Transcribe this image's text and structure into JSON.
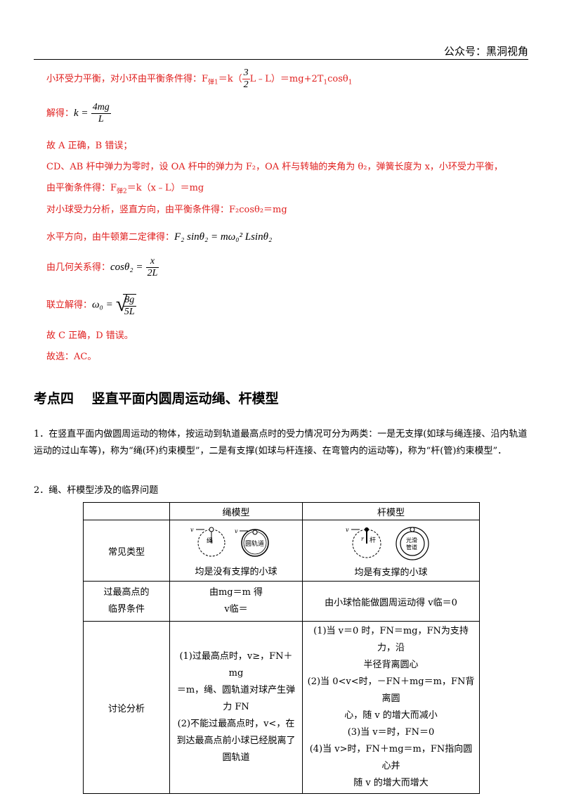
{
  "header": {
    "brand": "公众号：黑洞视角"
  },
  "solution": {
    "line1_prefix": "小环受力平衡，对小环由平衡条件得：F",
    "line1_sub": "弹1",
    "line1_mid": "＝k（",
    "line1_frac_num": "3",
    "line1_frac_den": "2",
    "line1_after": "L﹣L）＝mg+2T",
    "line1_t_sub": "1",
    "line1_cos": "cosθ",
    "line1_theta_sub": "1",
    "line2_label": "解得：",
    "line2_lhs": "k =",
    "line2_num": "4mg",
    "line2_den": "L",
    "line3": "故 A 正确，B 错误；",
    "line4": "CD、AB 杆中弹力为零时，设 OA 杆中的弹力为 F₂，OA 杆与转轴的夹角为 θ₂，弹簧长度为 x，小环受力平衡，",
    "line5_prefix": "由平衡条件得：F",
    "line5_sub": "弹2",
    "line5_after": "＝k（x﹣L）＝mg",
    "line6": "对小球受力分析，竖直方向，由平衡条件得：F₂cosθ₂＝mg",
    "line7_label": "水平方向，由牛顿第二定律得：",
    "line7_eq": "F₂ sinθ₂ = mω₀² Lsinθ₂",
    "line8_label": "由几何关系得：",
    "line8_lhs": "cosθ₂ =",
    "line8_num": "x",
    "line8_den": "2L",
    "line9_label": "联立解得：",
    "line9_lhs": "ω₀ =",
    "line9_num": "8g",
    "line9_den": "5L",
    "line10": "故 C 正确，D 错误。",
    "line11": "故选：AC。"
  },
  "section": {
    "title": "考点四　 竖直平面内圆周运动绳、杆模型",
    "para1": "1．在竖直平面内做圆周运动的物体，按运动到轨道最高点时的受力情况可分为两类：一是无支撑(如球与绳连接、沿内轨道运动的过山车等)，称为“绳(环)约束模型”，二是有支撑(如球与杆连接、在弯管内的运动等)，称为“杆(管)约束模型”．",
    "para2": "2．绳、杆模型涉及的临界问题"
  },
  "table": {
    "headers": [
      "",
      "绳模型",
      "杆模型"
    ],
    "row1_label": "常见类型",
    "rope_diagram_labels": {
      "v1": "v",
      "rope": "绳",
      "v2": "v",
      "track": "圆轨道"
    },
    "rod_diagram_labels": {
      "v1": "v",
      "r": "r",
      "rod": "杆",
      "smooth": "光滑",
      "pipe": "管道"
    },
    "row1_rope_caption": "均是没有支撑的小球",
    "row1_rod_caption": "均是有支撑的小球",
    "row2_label_1": "过最高点的",
    "row2_label_2": "临界条件",
    "row2_rope_1": "由mg＝m 得",
    "row2_rope_2": "v临＝",
    "row2_rod": "由小球恰能做圆周运动得 v临＝0",
    "row3_label": "讨论分析",
    "row3_rope": [
      "(1)过最高点时，v≥，FN＋mg",
      "＝m，绳、圆轨道对球产生弹",
      "力 FN",
      "(2)不能过最高点时，v<，在",
      "到达最高点前小球已经脱离了",
      "圆轨道"
    ],
    "row3_rod": [
      "(1)当 v＝0 时，FN＝mg，FN为支持力，沿",
      "半径背离圆心",
      "(2)当 0<v<时，－FN＋mg＝m，FN背离圆",
      "心，随 v 的增大而减小",
      "(3)当 v＝时，FN＝0",
      "(4)当 v>时，FN＋mg＝m，FN指向圆心并",
      "随 v 的增大而增大"
    ]
  }
}
